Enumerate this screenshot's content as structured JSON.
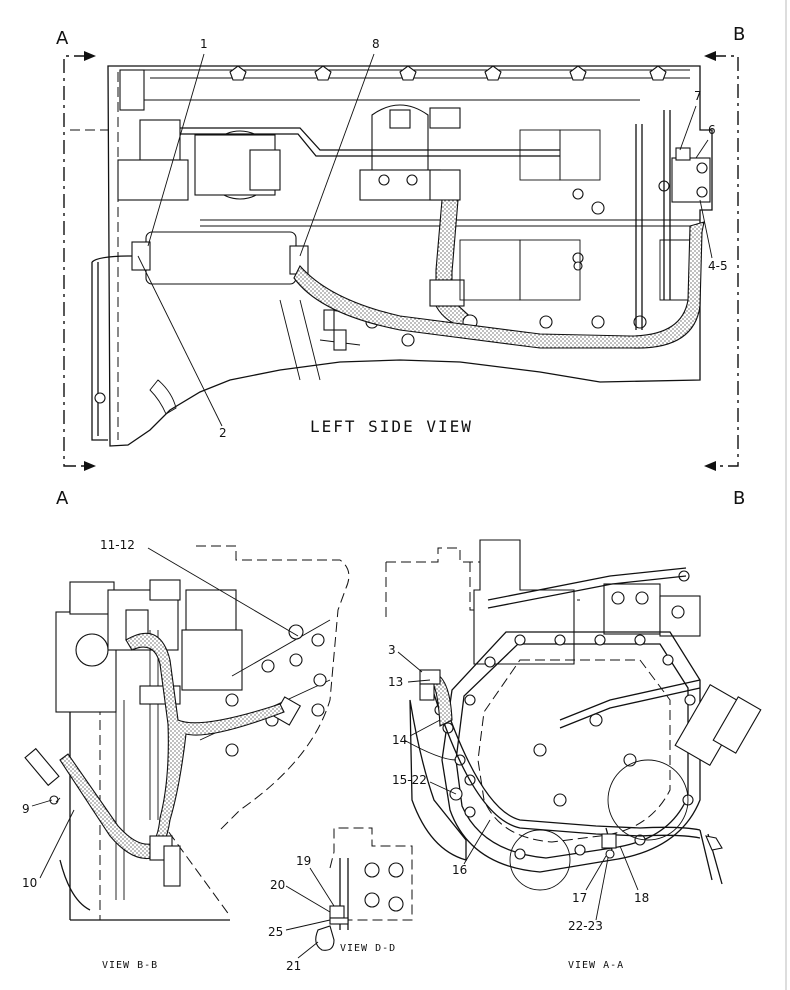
{
  "section_markers": {
    "top_left": "A",
    "top_right": "B",
    "mid_left": "A",
    "mid_right": "B"
  },
  "view_titles": {
    "left_side": "LEFT SIDE VIEW",
    "view_b": "VIEW B-B",
    "view_d": "VIEW D-D",
    "view_a": "VIEW A-A"
  },
  "callouts": {
    "c1": "1",
    "c2": "2",
    "c3": "3",
    "c4_5": "4-5",
    "c6": "6",
    "c7": "7",
    "c8": "8",
    "c9": "9",
    "c10": "10",
    "c11_12": "11-12",
    "c13": "13",
    "c14": "14",
    "c15_22": "15-22",
    "c16": "16",
    "c17": "17",
    "c18": "18",
    "c19": "19",
    "c20": "20",
    "c21": "21",
    "c22_23": "22-23",
    "c25": "25"
  }
}
